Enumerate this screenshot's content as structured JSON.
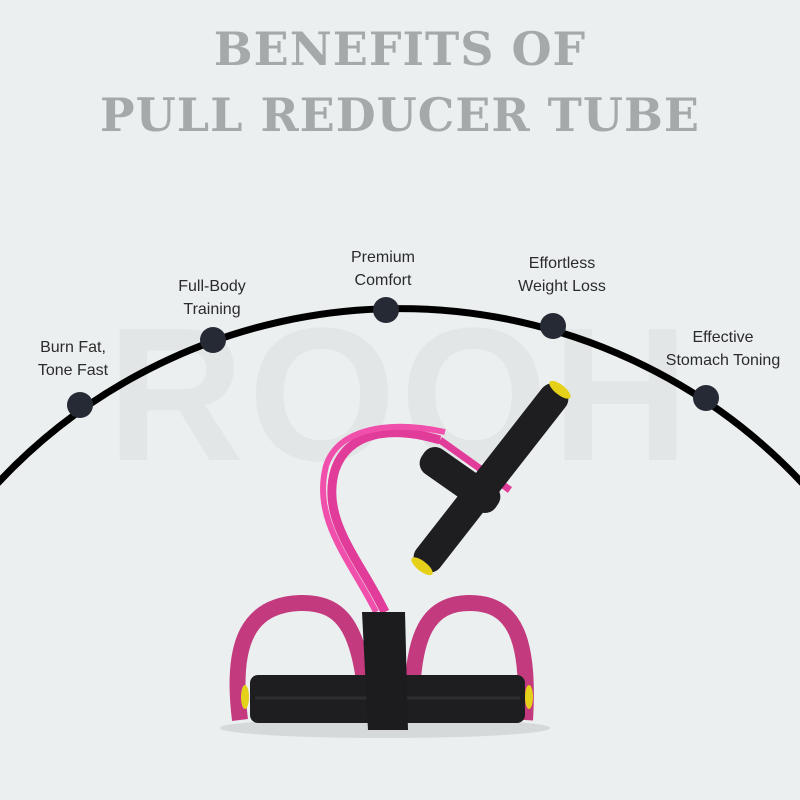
{
  "header": {
    "line1": "BENEFITS OF",
    "line2": "PULL REDUCER TUBE"
  },
  "watermark": "ROOH",
  "benefits": [
    {
      "line1": "Burn Fat,",
      "line2": "Tone Fast"
    },
    {
      "line1": "Full-Body",
      "line2": "Training"
    },
    {
      "line1": "Premium",
      "line2": "Comfort"
    },
    {
      "line1": "Effortless",
      "line2": "Weight Loss"
    },
    {
      "line1": "Effective",
      "line2": "Stomach Toning"
    }
  ],
  "colors": {
    "background": "#ebeff0",
    "title": "#a6a9aa",
    "arc": "#000000",
    "dot": "#262a35",
    "tube_pink": "#e23c9a",
    "foam_black": "#1e1e20",
    "handle_cap": "#e6d11a"
  }
}
